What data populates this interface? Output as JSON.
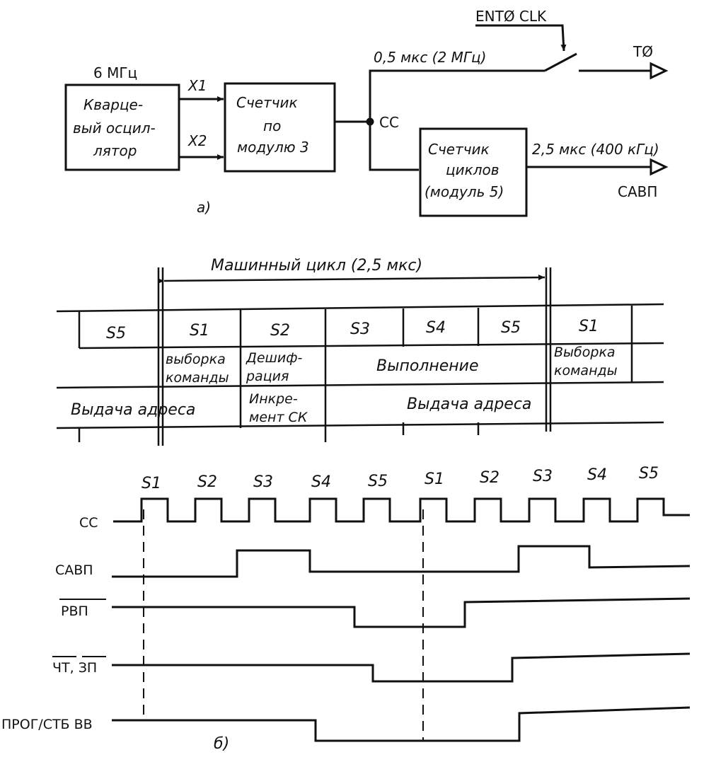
{
  "block_diagram": {
    "oscillator": {
      "freq": "6 МГц",
      "line1": "Кварце-",
      "line2": "вый осцил-",
      "line3": "лятор"
    },
    "x1": "X1",
    "x2": "X2",
    "divider": {
      "line1": "Счетчик",
      "line2": "по",
      "line3": "модулю 3"
    },
    "cc": "CC",
    "t0_rate": "0,5 мкс (2 МГц)",
    "ent0_clk": "ENTØ CLK",
    "t0": "TØ",
    "cycle_counter": {
      "line1": "Счетчик",
      "line2": "циклов",
      "line3": "(модуль 5)"
    },
    "ale_rate": "2,5 мкс (400 кГц)",
    "ale": "САВП",
    "caption": "а)"
  },
  "cycle_table": {
    "machine_cycle": "Машинный цикл (2,5 мкс)",
    "states": [
      "S5",
      "S1",
      "S2",
      "S3",
      "S4",
      "S5",
      "S1"
    ],
    "fetch1": [
      "выборка",
      "команды"
    ],
    "decode": [
      "Дешиф-",
      "рация"
    ],
    "execute": "Выполнение",
    "fetch2": [
      "Выборка",
      "команды"
    ],
    "addr1": "Выдача адреса",
    "increment": [
      "Инкре-",
      "мент СК"
    ],
    "addr2": "Выдача адреса"
  },
  "timing": {
    "states": [
      "S1",
      "S2",
      "S3",
      "S4",
      "S5",
      "S1",
      "S2",
      "S3",
      "S4",
      "S5"
    ],
    "signals": [
      "CC",
      "САВП",
      "РВП",
      "ЧТ, ЗП",
      "ПРОГ/СТБ ВВ"
    ],
    "caption": "б)"
  }
}
